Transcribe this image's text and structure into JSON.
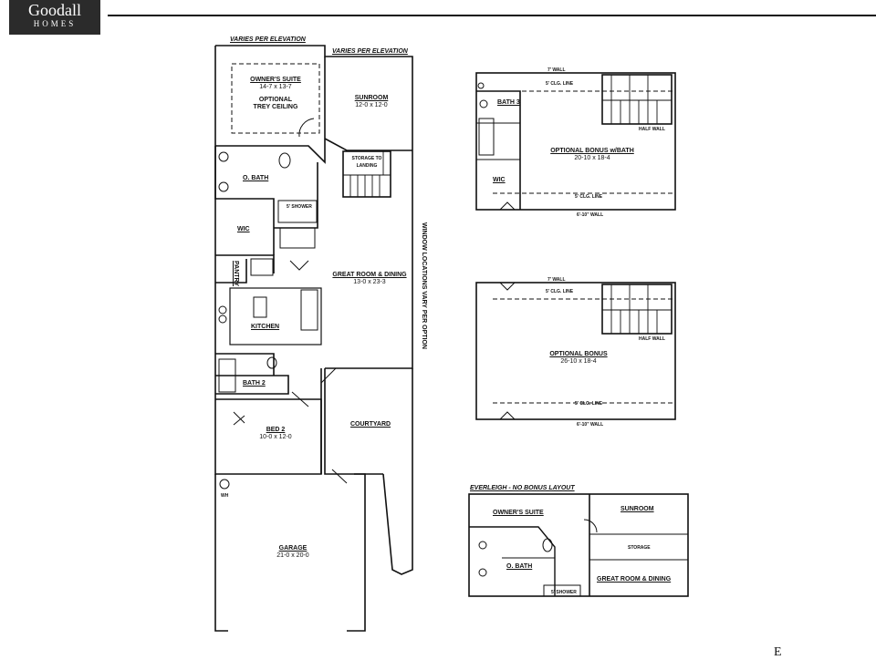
{
  "logo": {
    "brand": "Goodall",
    "sub": "HOMES"
  },
  "main_plan": {
    "varies_elevation_1": "VARIES PER ELEVATION",
    "varies_elevation_2": "VARIES PER ELEVATION",
    "owners_suite": {
      "name": "OWNER'S SUITE",
      "size": "14-7 x 13-7",
      "note1": "OPTIONAL",
      "note2": "TREY CEILING"
    },
    "sunroom": {
      "name": "SUNROOM",
      "size": "12-0 x 12-0"
    },
    "storage": {
      "line1": "STORAGE TO",
      "line2": "LANDING"
    },
    "o_bath": "O. BATH",
    "shower": "5' SHOWER",
    "wic": "WIC",
    "pantry": "PANTRY",
    "kitchen": "KITCHEN",
    "great_room": {
      "name": "GREAT ROOM & DINING",
      "size": "13-0 x 23-3"
    },
    "window_note": "WINDOW LOCATIONS VARY PER OPTION",
    "bath2": "BATH 2",
    "bed2": {
      "name": "BED 2",
      "size": "10-0 x 12-0"
    },
    "courtyard": "COURTYARD",
    "garage": {
      "name": "GARAGE",
      "size": "21-0 x 20-0"
    },
    "wh": "WH"
  },
  "bonus_bath": {
    "wall_top": "7' WALL",
    "clg_top": "5' CLG. LINE",
    "bath3": "BATH 3",
    "name": "OPTIONAL BONUS w/BATH",
    "size": "20-10 x 18-4",
    "half_wall": "HALF WALL",
    "wic": "WIC",
    "clg_bottom": "5' CLG. LINE",
    "wall_bottom": "6'-10\" WALL"
  },
  "bonus": {
    "wall_top": "7' WALL",
    "clg_top": "5' CLG. LINE",
    "half_wall": "HALF WALL",
    "name": "OPTIONAL BONUS",
    "size": "26-10 x 18-4",
    "clg_bottom": "5' CLG. LINE",
    "wall_bottom": "6'-10\" WALL"
  },
  "everleigh": {
    "title": "EVERLEIGH - NO BONUS LAYOUT",
    "owners_suite": "OWNER'S SUITE",
    "sunroom": "SUNROOM",
    "storage": "STORAGE",
    "o_bath": "O. BATH",
    "great_room": "GREAT ROOM & DINING",
    "shower": "5' SHOWER"
  },
  "footer": "E"
}
